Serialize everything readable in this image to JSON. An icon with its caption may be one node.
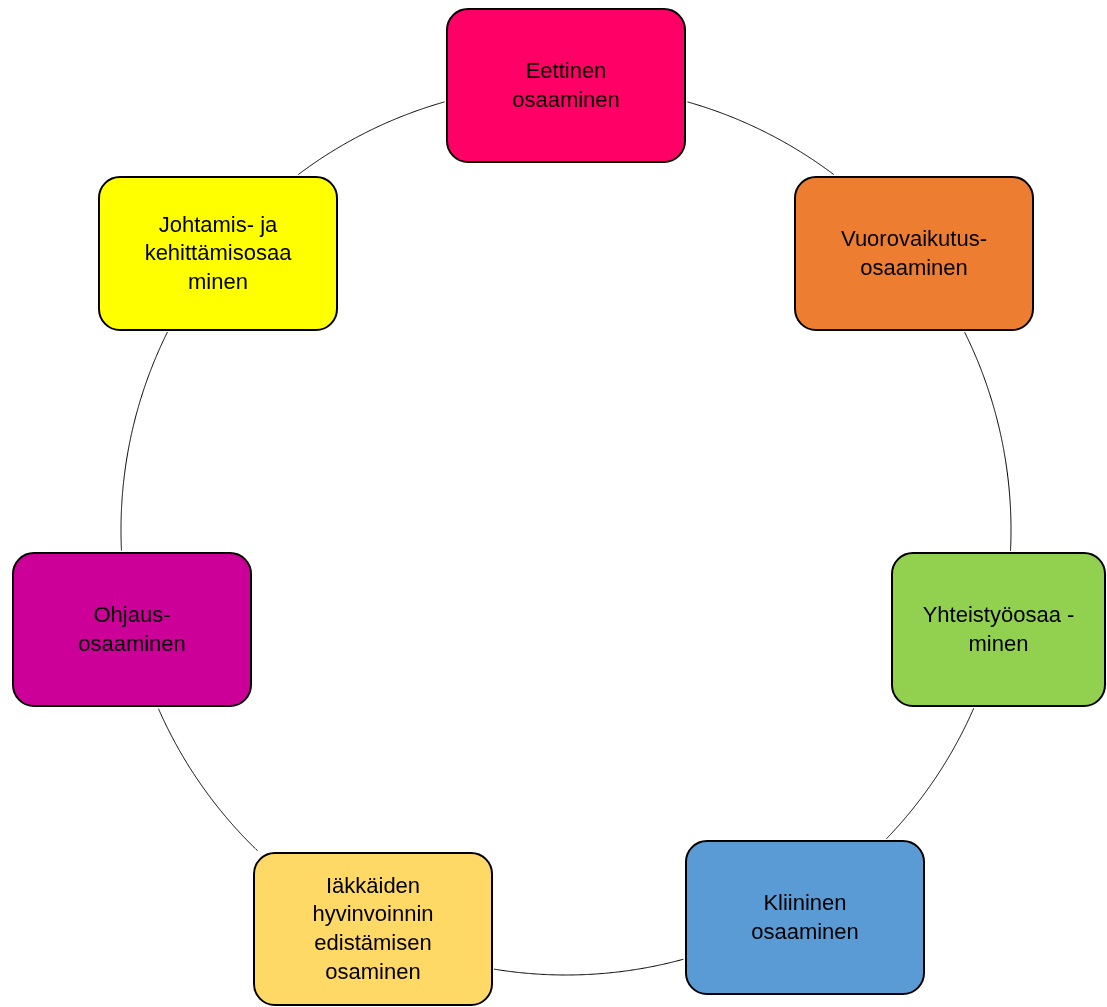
{
  "diagram": {
    "nodes": [
      {
        "text": [
          "Eettinen osaaminen"
        ]
      },
      {
        "text": [
          "Vuorovaikutus- osaaminen"
        ]
      },
      {
        "text": [
          "Yhteistyöosaa -minen"
        ]
      },
      {
        "text": [
          "Kliininen osaaminen"
        ]
      },
      {
        "text": [
          "Iäkkäiden hyvinvoinnin edistämisen osaminen"
        ]
      },
      {
        "text": [
          "Ohjaus- osaaminen"
        ]
      },
      {
        "text": [
          "Johtamis- ja kehittämisosaa minen"
        ]
      }
    ],
    "edges": [
      {
        "from": 0,
        "to": 1,
        "arrow": "none"
      },
      {
        "from": 1,
        "to": 2,
        "arrow": "none"
      },
      {
        "from": 2,
        "to": 3,
        "arrow": "none"
      },
      {
        "from": 3,
        "to": 4,
        "arrow": "none"
      },
      {
        "from": 4,
        "to": 5,
        "arrow": "none"
      },
      {
        "from": 5,
        "to": 6,
        "arrow": "none"
      },
      {
        "from": 6,
        "to": 0,
        "arrow": "none"
      }
    ]
  }
}
